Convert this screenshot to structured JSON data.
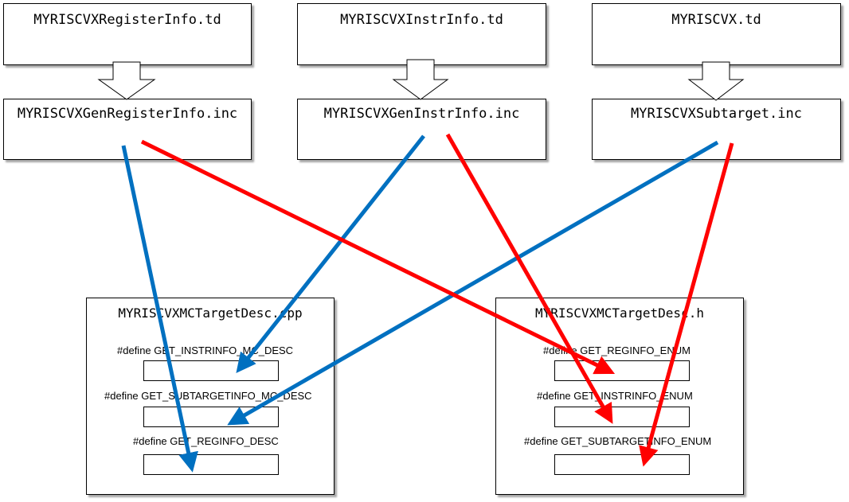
{
  "td_files": [
    {
      "name": "MYRISCVXRegisterInfo.td"
    },
    {
      "name": "MYRISCVXInstrInfo.td"
    },
    {
      "name": "MYRISCVX.td"
    }
  ],
  "inc_files": [
    {
      "name": "MYRISCVXGenRegisterInfo.inc"
    },
    {
      "name": "MYRISCVXGenInstrInfo.inc"
    },
    {
      "name": "MYRISCVXSubtarget.inc"
    }
  ],
  "targets": [
    {
      "name": "MYRISCVXMCTargetDesc.cpp",
      "defines": [
        "#define GET_INSTRINFO_MC_DESC",
        "#define GET_SUBTARGETINFO_MC_DESC",
        "#define GET_REGINFO_DESC"
      ]
    },
    {
      "name": "MYRISCVXMCTargetDesc.h",
      "defines": [
        "#define GET_REGINFO_ENUM",
        "#define GET_INSTRINFO_ENUM",
        "#define GET_SUBTARGETINFO_ENUM"
      ]
    }
  ],
  "colors": {
    "desc_arrow": "#0070c0",
    "enum_arrow": "#ff0000"
  }
}
